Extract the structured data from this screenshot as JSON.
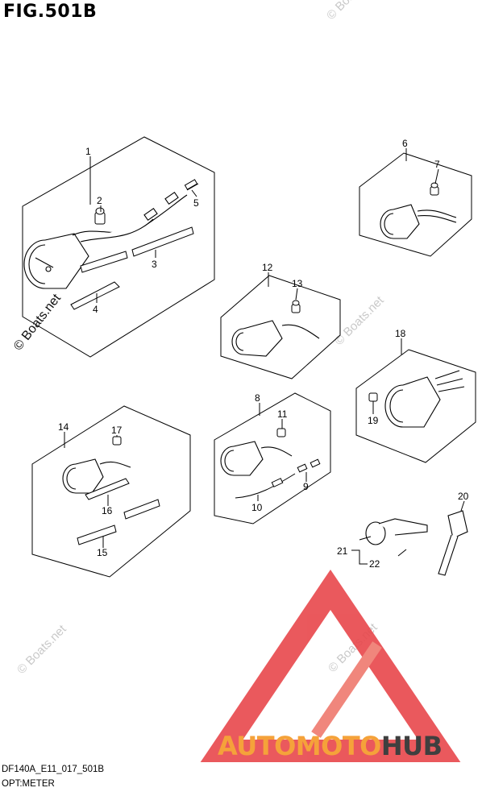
{
  "figure": {
    "title": "FIG.501B",
    "code": "DF140A_E11_017_501B",
    "name": "OPT:METER"
  },
  "watermarks": {
    "main": "© Boats.net",
    "faint": "© Boats.net"
  },
  "logo": {
    "part1": "AUTOMOTO",
    "part2": "HUB",
    "colors": {
      "orange": "#f5a23a",
      "red": "#e8474b",
      "gray": "#3f3f3f"
    }
  },
  "callouts": [
    "1",
    "2",
    "3",
    "4",
    "5",
    "6",
    "7",
    "8",
    "9",
    "10",
    "11",
    "12",
    "13",
    "14",
    "15",
    "16",
    "17",
    "18",
    "19",
    "20",
    "21",
    "22"
  ]
}
